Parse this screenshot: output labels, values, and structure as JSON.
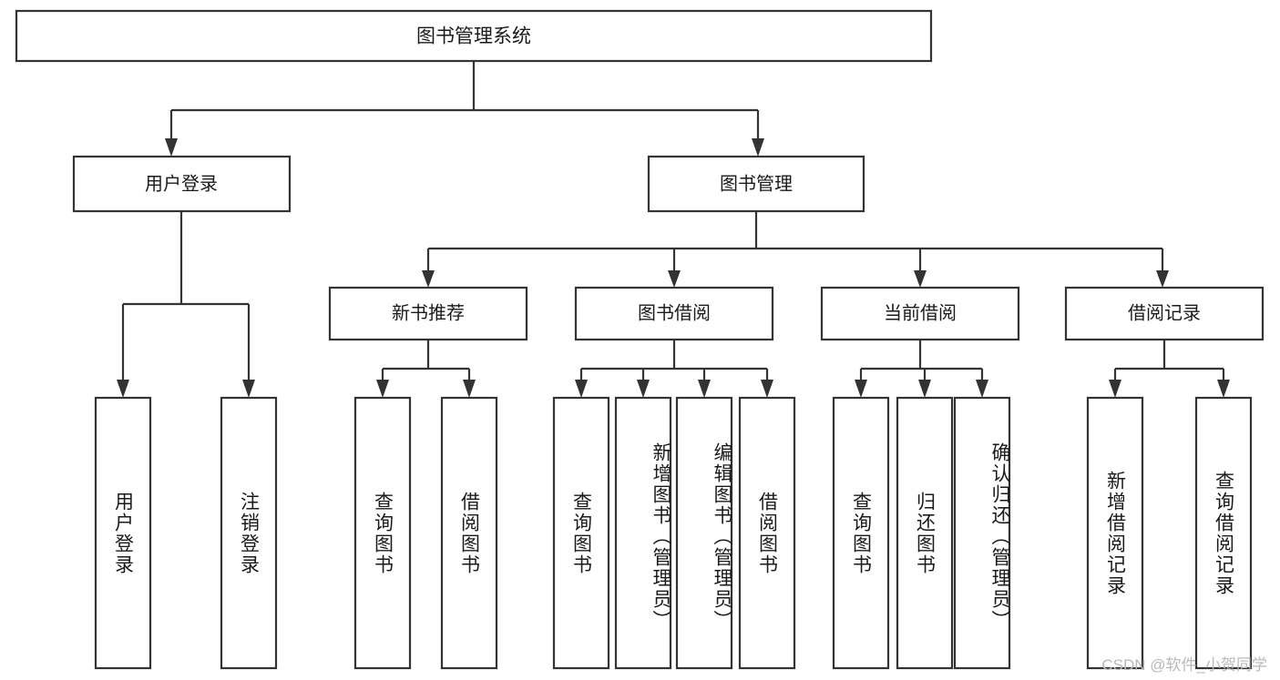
{
  "diagram": {
    "type": "tree-flowchart",
    "orientation": "top-down",
    "root": {
      "id": "root",
      "label": "图书管理系统"
    },
    "level2": [
      {
        "id": "user-login",
        "label": "用户登录"
      },
      {
        "id": "book-manage",
        "label": "图书管理"
      }
    ],
    "level3": [
      {
        "id": "new-book-rec",
        "label": "新书推荐",
        "parent": "book-manage"
      },
      {
        "id": "book-borrow",
        "label": "图书借阅",
        "parent": "book-manage"
      },
      {
        "id": "current-borrow",
        "label": "当前借阅",
        "parent": "book-manage"
      },
      {
        "id": "borrow-record",
        "label": "借阅记录",
        "parent": "book-manage"
      }
    ],
    "leaves": [
      {
        "id": "leaf-user-login",
        "label": "用户登录",
        "parent": "user-login"
      },
      {
        "id": "leaf-logout",
        "label": "注销登录",
        "parent": "user-login"
      },
      {
        "id": "leaf-query-book-1",
        "label": "查询图书",
        "parent": "new-book-rec"
      },
      {
        "id": "leaf-borrow-book-1",
        "label": "借阅图书",
        "parent": "new-book-rec"
      },
      {
        "id": "leaf-query-book-2",
        "label": "查询图书",
        "parent": "book-borrow"
      },
      {
        "id": "leaf-add-book",
        "label": "新增图书（管理员）",
        "parent": "book-borrow"
      },
      {
        "id": "leaf-edit-book",
        "label": "编辑图书（管理员）",
        "parent": "book-borrow"
      },
      {
        "id": "leaf-borrow-book-2",
        "label": "借阅图书",
        "parent": "book-borrow"
      },
      {
        "id": "leaf-query-book-3",
        "label": "查询图书",
        "parent": "current-borrow"
      },
      {
        "id": "leaf-return-book",
        "label": "归还图书",
        "parent": "current-borrow"
      },
      {
        "id": "leaf-confirm-return",
        "label": "确认归还（管理员）",
        "parent": "current-borrow"
      },
      {
        "id": "leaf-add-record",
        "label": "新增借阅记录",
        "parent": "borrow-record"
      },
      {
        "id": "leaf-query-record",
        "label": "查询借阅记录",
        "parent": "borrow-record"
      }
    ],
    "colors": {
      "box_stroke": "#333333",
      "box_fill": "#ffffff",
      "text": "#1a1a1a",
      "background": "#ffffff",
      "watermark": "#b9b9b9"
    }
  },
  "watermark": {
    "text": "CSDN @软件_小贺同学"
  }
}
